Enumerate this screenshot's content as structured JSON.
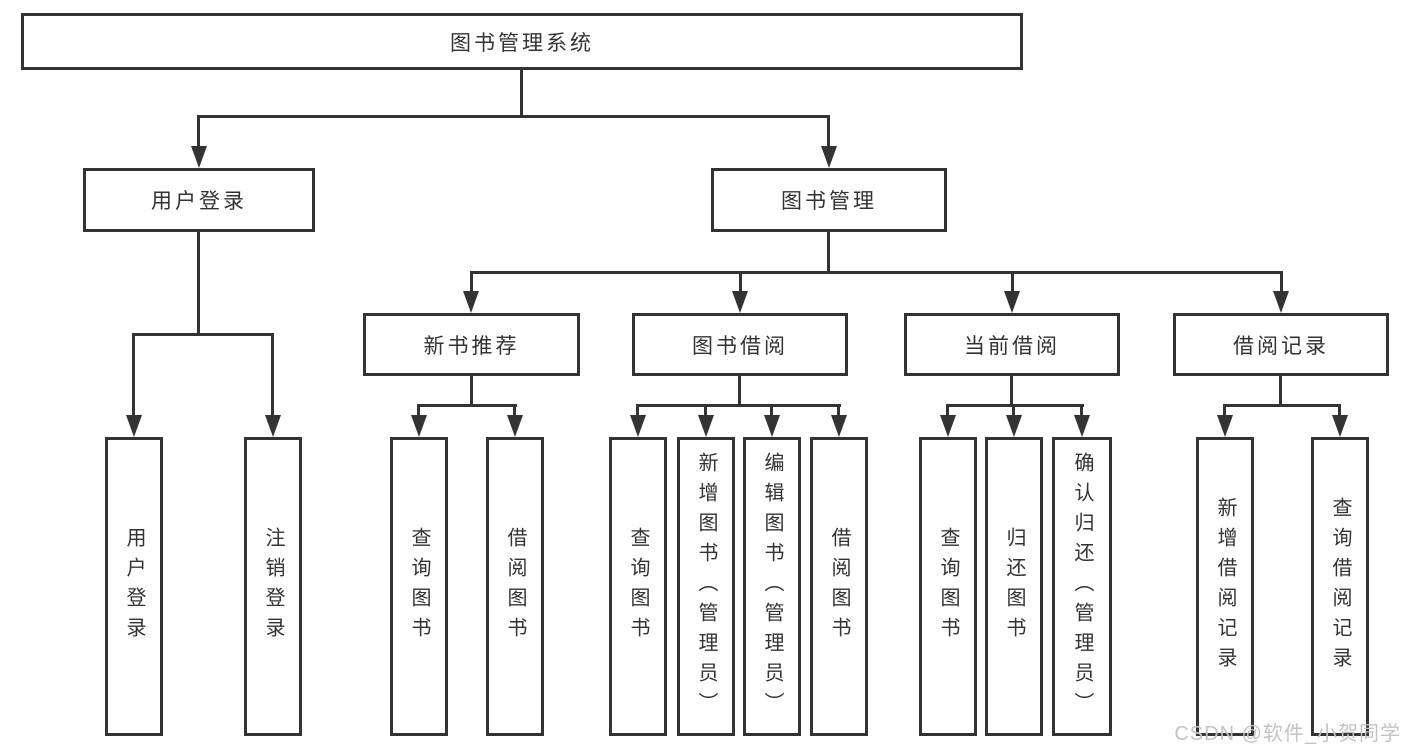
{
  "tree": {
    "label": "图书管理系统",
    "children": [
      {
        "label": "用户登录",
        "children": [
          {
            "label": "用户登录"
          },
          {
            "label": "注销登录"
          }
        ]
      },
      {
        "label": "图书管理",
        "children": [
          {
            "label": "新书推荐",
            "children": [
              {
                "label": "查询图书"
              },
              {
                "label": "借阅图书"
              }
            ]
          },
          {
            "label": "图书借阅",
            "children": [
              {
                "label": "查询图书"
              },
              {
                "label": "新增图书（管理员）"
              },
              {
                "label": "编辑图书（管理员）"
              },
              {
                "label": "借阅图书"
              }
            ]
          },
          {
            "label": "当前借阅",
            "children": [
              {
                "label": "查询图书"
              },
              {
                "label": "归还图书"
              },
              {
                "label": "确认归还（管理员）"
              }
            ]
          },
          {
            "label": "借阅记录",
            "children": [
              {
                "label": "新增借阅记录"
              },
              {
                "label": "查询借阅记录"
              }
            ]
          }
        ]
      }
    ]
  },
  "watermark": {
    "text": "CSDN @软件_小贺同学"
  },
  "colors": {
    "line": "#333333",
    "text": "#333333",
    "box_fill": "#ffffff",
    "background": "#ffffff",
    "watermark": "#c3c3c3"
  }
}
